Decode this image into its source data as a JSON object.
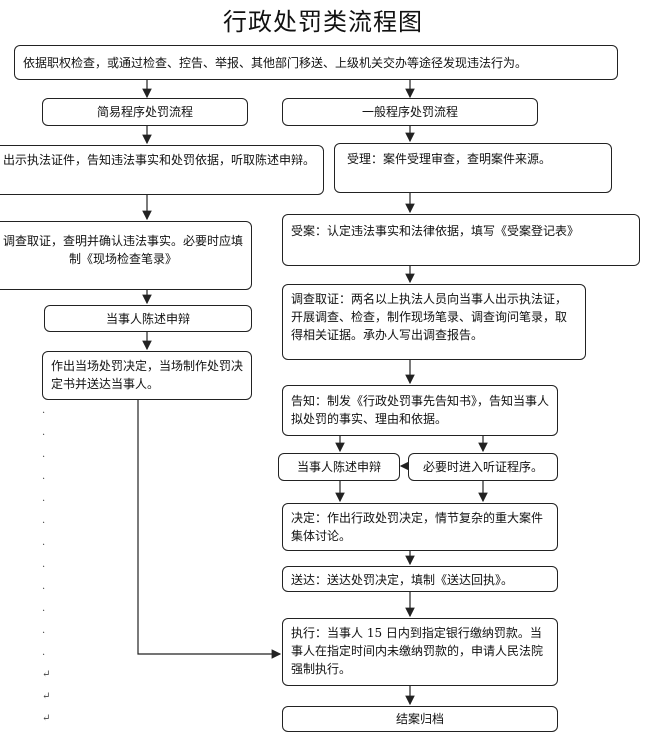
{
  "title": "行政处罚类流程图",
  "top_box": "依据职权检查，或通过检查、控告、举报、其他部门移送、上级机关交办等途径发现违法行为。",
  "simple": {
    "header": "简易程序处罚流程",
    "step1": "出示执法证件，告知违法事实和处罚依据，听取陈述申辩。",
    "step2": "调查取证，查明并确认违法事实。必要时应填制《现场检查笔录》",
    "step3": "当事人陈述申辩",
    "step4": "作出当场处罚决定，当场制作处罚决定书并送达当事人。"
  },
  "general": {
    "header": "一般程序处罚流程",
    "accept": "受理：案件受理审查，查明案件来源。",
    "file_case": "受案：认定违法事实和法律依据，填写《受案登记表》",
    "investigate": "调查取证：两名以上执法人员向当事人出示执法证，开展调查、检查，制作现场笔录、调查询问笔录，取得相关证据。承办人写出调查报告。",
    "notify": "告知：制发《行政处罚事先告知书》，告知当事人拟处罚的事实、理由和依据。",
    "defense": "当事人陈述申辩",
    "hearing": "必要时进入听证程序。",
    "decision": "决定：作出行政处罚决定，情节复杂的重大案件集体讨论。",
    "deliver": "送达：送达处罚决定，填制《送达回执》。",
    "execute": "执行：当事人 15 日内到指定银行缴纳罚款。当事人在指定时间内未缴纳罚款的，申请人民法院强制执行。",
    "archive": "结案归档"
  },
  "colors": {
    "line": "#222222",
    "box_border": "#222222"
  }
}
